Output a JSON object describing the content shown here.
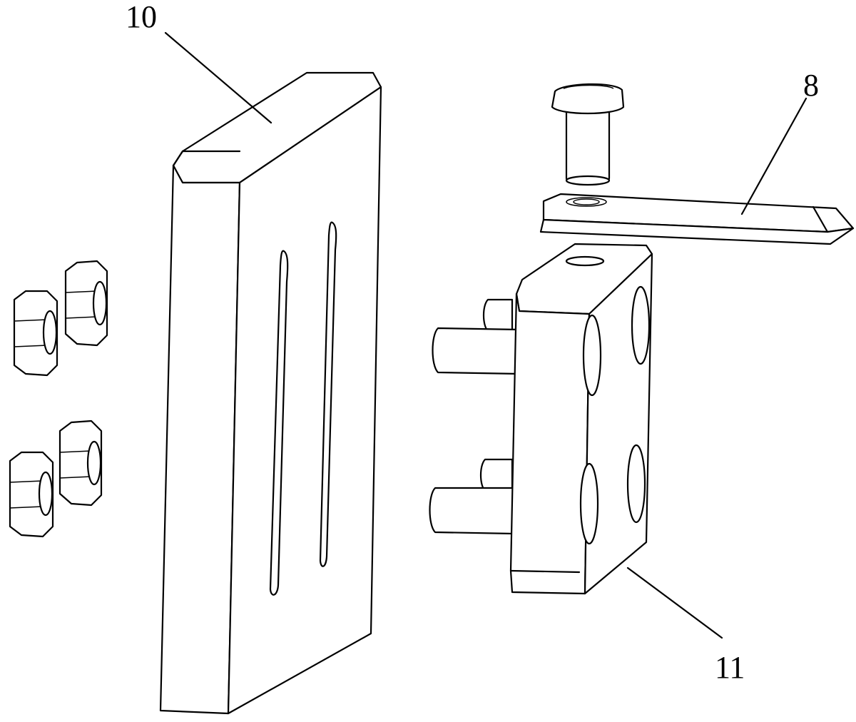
{
  "labels": {
    "part10": "10",
    "part8": "8",
    "part11": "11"
  },
  "colors": {
    "line": "#000000",
    "background": "#ffffff"
  }
}
